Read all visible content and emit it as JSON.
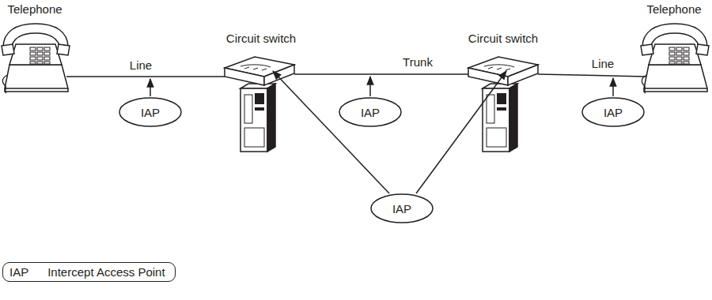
{
  "diagram": {
    "nodes": [
      {
        "text": [
          "IAP"
        ]
      },
      {
        "text": [
          "IAP"
        ]
      },
      {
        "text": [
          "IAP"
        ]
      },
      {
        "text": [
          "IAP"
        ]
      },
      {
        "text": [
          "IAP",
          "Intercept Access Point"
        ]
      }
    ],
    "labels": [
      "Telephone",
      "Circuit switch",
      "Circuit switch",
      "Telephone",
      "Line",
      "Trunk",
      "Line"
    ]
  }
}
